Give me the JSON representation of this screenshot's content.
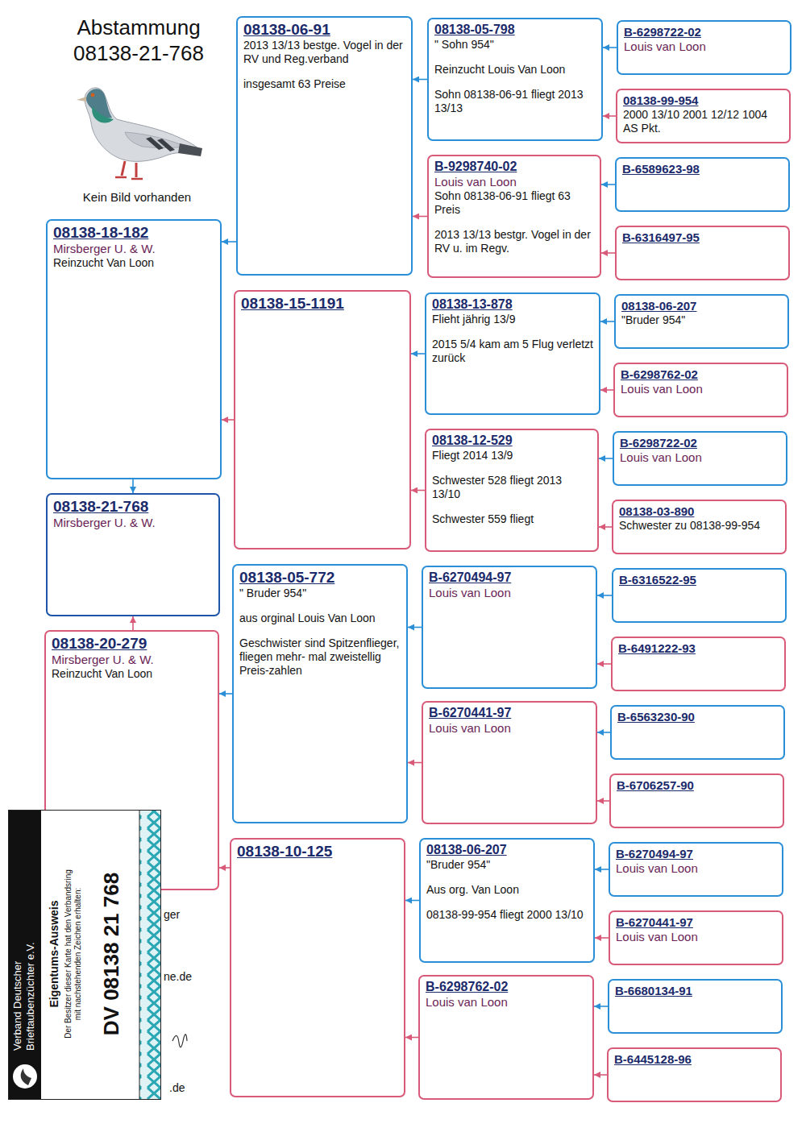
{
  "diagram": {
    "title": "Abstammung 08138-21-768",
    "nodes": [
      {
        "text": [
          "08138-18-182",
          "Mirsberger U. & W.",
          "Reinzucht Van Loon"
        ]
      },
      {
        "text": [
          "08138-21-768",
          "Mirsberger U. & W."
        ]
      },
      {
        "text": [
          "08138-20-279",
          "Mirsberger U. & W.",
          "Reinzucht Van Loon"
        ]
      },
      {
        "text": [
          "08138-06-91",
          "2013 13/13 bestge. Vogel in der RV und Reg.verband",
          "insgesamt 63 Preise"
        ]
      },
      {
        "text": [
          "08138-15-1191"
        ]
      },
      {
        "text": [
          "08138-05-772",
          "\" Bruder 954\"",
          "aus orginal Louis Van Loon",
          "Geschwister sind Spitzenflieger, fliegen mehr- mal zweistellig Preis-zahlen"
        ]
      },
      {
        "text": [
          "08138-10-125"
        ]
      },
      {
        "text": [
          "08138-05-798",
          "\" Sohn 954\"",
          "Reinzucht Louis Van Loon",
          "Sohn 08138-06-91 fliegt 2013 13/13"
        ]
      },
      {
        "text": [
          "B-9298740-02",
          "Louis van Loon",
          "Sohn 08138-06-91 fliegt 63 Preis",
          "2013 13/13 bestgr. Vogel in der RV u. im Regv."
        ]
      },
      {
        "text": [
          "08138-13-878",
          "Flieht jährig 13/9",
          "2015 5/4 kam am 5 Flug verletzt zurück"
        ]
      },
      {
        "text": [
          "08138-12-529",
          "Fliegt 2014 13/9",
          "Schwester 528 fliegt 2013 13/10",
          "Schwester 559 fliegt"
        ]
      },
      {
        "text": [
          "B-6270494-97",
          "Louis van Loon"
        ]
      },
      {
        "text": [
          "B-6270441-97",
          "Louis van Loon"
        ]
      },
      {
        "text": [
          "08138-06-207",
          "\"Bruder 954\"",
          "Aus org. Van Loon",
          "08138-99-954 fliegt 2000 13/10"
        ]
      },
      {
        "text": [
          "B-6298762-02",
          "Louis van Loon"
        ]
      },
      {
        "text": [
          "B-6298722-02",
          "Louis van Loon"
        ]
      },
      {
        "text": [
          "08138-99-954",
          "2000 13/10 2001 12/12 1004 AS Pkt."
        ]
      },
      {
        "text": [
          "B-6589623-98"
        ]
      },
      {
        "text": [
          "B-6316497-95"
        ]
      },
      {
        "text": [
          "08138-06-207",
          "\"Bruder 954\""
        ]
      },
      {
        "text": [
          "B-6298762-02",
          "Louis van Loon"
        ]
      },
      {
        "text": [
          "B-6298722-02",
          "Louis van Loon"
        ]
      },
      {
        "text": [
          "08138-03-890",
          "Schwester zu 08138-99-954"
        ]
      },
      {
        "text": [
          "B-6316522-95"
        ]
      },
      {
        "text": [
          "B-6491222-93"
        ]
      },
      {
        "text": [
          "B-6563230-90"
        ]
      },
      {
        "text": [
          "B-6706257-90"
        ]
      },
      {
        "text": [
          "B-6270494-97",
          "Louis van Loon"
        ]
      },
      {
        "text": [
          "B-6270441-97",
          "Louis van Loon"
        ]
      },
      {
        "text": [
          "B-6680134-91"
        ]
      },
      {
        "text": [
          "B-6445128-96"
        ]
      }
    ],
    "edges": [
      {
        "from": 0,
        "to": 1,
        "arrow": "to"
      },
      {
        "from": 2,
        "to": 1,
        "arrow": "to"
      },
      {
        "from": 3,
        "to": 0,
        "arrow": "to"
      },
      {
        "from": 4,
        "to": 0,
        "arrow": "to"
      },
      {
        "from": 5,
        "to": 2,
        "arrow": "to"
      },
      {
        "from": 6,
        "to": 2,
        "arrow": "to"
      },
      {
        "from": 7,
        "to": 3,
        "arrow": "to"
      },
      {
        "from": 8,
        "to": 3,
        "arrow": "to"
      },
      {
        "from": 9,
        "to": 4,
        "arrow": "to"
      },
      {
        "from": 10,
        "to": 4,
        "arrow": "to"
      },
      {
        "from": 11,
        "to": 5,
        "arrow": "to"
      },
      {
        "from": 12,
        "to": 5,
        "arrow": "to"
      },
      {
        "from": 13,
        "to": 6,
        "arrow": "to"
      },
      {
        "from": 14,
        "to": 6,
        "arrow": "to"
      },
      {
        "from": 15,
        "to": 7,
        "arrow": "to"
      },
      {
        "from": 16,
        "to": 7,
        "arrow": "to"
      },
      {
        "from": 17,
        "to": 8,
        "arrow": "to"
      },
      {
        "from": 18,
        "to": 8,
        "arrow": "to"
      },
      {
        "from": 19,
        "to": 9,
        "arrow": "to"
      },
      {
        "from": 20,
        "to": 9,
        "arrow": "to"
      },
      {
        "from": 21,
        "to": 10,
        "arrow": "to"
      },
      {
        "from": 22,
        "to": 10,
        "arrow": "to"
      },
      {
        "from": 23,
        "to": 11,
        "arrow": "to"
      },
      {
        "from": 24,
        "to": 11,
        "arrow": "to"
      },
      {
        "from": 25,
        "to": 12,
        "arrow": "to"
      },
      {
        "from": 26,
        "to": 12,
        "arrow": "to"
      },
      {
        "from": 27,
        "to": 13,
        "arrow": "to"
      },
      {
        "from": 28,
        "to": 13,
        "arrow": "to"
      },
      {
        "from": 29,
        "to": 14,
        "arrow": "to"
      },
      {
        "from": 30,
        "to": 14,
        "arrow": "to"
      }
    ],
    "labels": [
      "Kein Bild vorhanden",
      "Verband Deutscher Brieftaubenzüchter e.V.",
      "Eigentums-Ausweis",
      "Der Besitzer dieser Karte hat den Verbandsring mit nachstehenden Zeichen erhalten:",
      "DV 08138 21 768",
      "ger",
      "ne.de",
      ".de"
    ]
  }
}
